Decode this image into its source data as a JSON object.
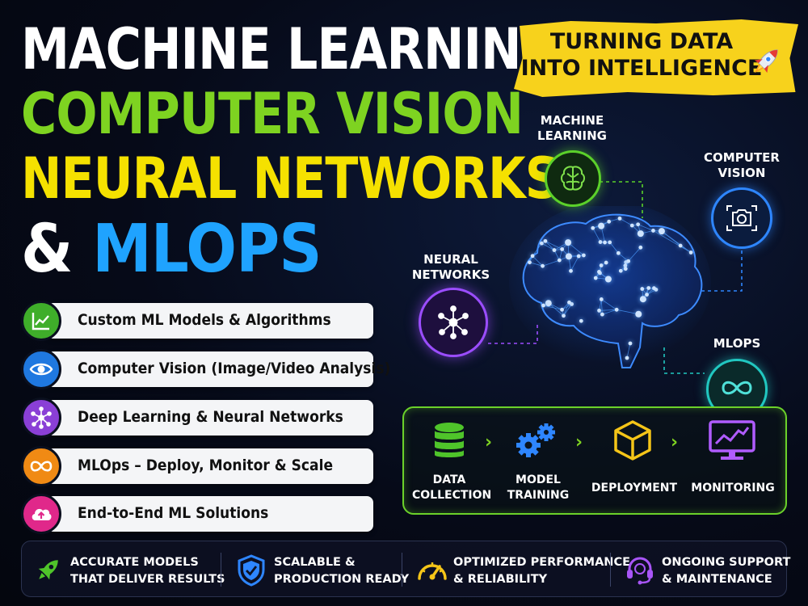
{
  "headlines": {
    "line1": "MACHINE LEARNING",
    "line2": "COMPUTER VISION",
    "line3": "NEURAL NETWORKS",
    "line4_amp": "&",
    "line4_main": "MLOPS"
  },
  "banner": {
    "line1": "TURNING DATA",
    "line2": "INTO INTELLIGENCE",
    "icon": "rocket-icon",
    "color": "#f7d21c"
  },
  "services": [
    {
      "label": "Custom ML Models & Algorithms",
      "icon": "chart-line-icon",
      "color": "#3fae2a"
    },
    {
      "label": "Computer Vision (Image/Video Analysis)",
      "icon": "eye-icon",
      "color": "#1f78e0"
    },
    {
      "label": "Deep Learning & Neural Networks",
      "icon": "network-icon",
      "color": "#8a3fd6"
    },
    {
      "label": "MLOps – Deploy, Monitor & Scale",
      "icon": "infinity-icon",
      "color": "#f08a14"
    },
    {
      "label": "End-to-End ML Solutions",
      "icon": "cloud-upload-icon",
      "color": "#e0288a"
    }
  ],
  "topics": {
    "ml": {
      "line1": "MACHINE",
      "line2": "LEARNING",
      "icon": "brain-chip-icon",
      "color": "#5bd12a"
    },
    "cv": {
      "line1": "COMPUTER",
      "line2": "VISION",
      "icon": "camera-icon",
      "color": "#2e86ff"
    },
    "nn": {
      "line1": "NEURAL",
      "line2": "NETWORKS",
      "icon": "network-icon",
      "color": "#9b4dff"
    },
    "mlops": {
      "line1": "MLOPS",
      "icon": "infinity-icon",
      "color": "#21c7c0"
    }
  },
  "pipeline": {
    "steps": [
      {
        "line1": "DATA",
        "line2": "COLLECTION",
        "icon": "database-icon",
        "color": "#4fc42a"
      },
      {
        "line1": "MODEL",
        "line2": "TRAINING",
        "icon": "gears-icon",
        "color": "#2e86ff"
      },
      {
        "line1": "DEPLOYMENT",
        "line2": "",
        "icon": "cube-icon",
        "color": "#f5c518"
      },
      {
        "line1": "MONITORING",
        "line2": "",
        "icon": "monitor-chart-icon",
        "color": "#b05cff"
      }
    ]
  },
  "features": [
    {
      "line1": "ACCURATE MODELS",
      "line2": "THAT DELIVER RESULTS",
      "icon": "rocket-icon",
      "color": "#4fc42a"
    },
    {
      "line1": "SCALABLE &",
      "line2": "PRODUCTION READY",
      "icon": "shield-check-icon",
      "color": "#2e86ff"
    },
    {
      "line1": "OPTIMIZED PERFORMANCE",
      "line2": "& RELIABILITY",
      "icon": "gauge-icon",
      "color": "#f5c518"
    },
    {
      "line1": "ONGOING SUPPORT",
      "line2": "& MAINTENANCE",
      "icon": "headset-icon",
      "color": "#a855f7"
    }
  ]
}
